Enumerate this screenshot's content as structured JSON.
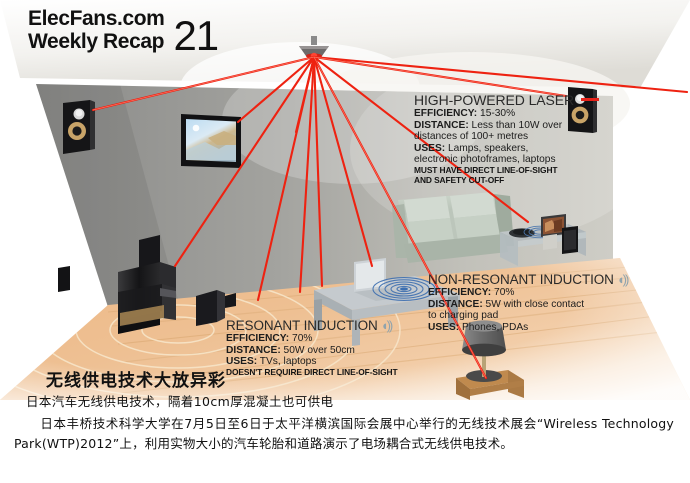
{
  "masthead": {
    "line1": "ElecFans.com",
    "line2": "Weekly Recap",
    "issue": "21"
  },
  "scene": {
    "name": "wireless-power-living-room-diagram",
    "colors": {
      "laser_red": "#ee2211",
      "wall_left": "#8b8b89",
      "wall_right": "#c9c8c2",
      "floor_wood": "#e8b888",
      "sofa": "#b7c2b6",
      "accent_red": "#e8231a",
      "wave_blue": "#8fa3ad"
    },
    "objects": [
      "ceiling-laser-emitter",
      "wall-speaker-left",
      "wall-speaker-right",
      "digital-photoframe-wall",
      "floor-speaker-tower",
      "laptop-on-coffee-table",
      "resonant-charging-table",
      "sofa",
      "glass-side-table",
      "wireless-charging-pad",
      "desktop-photoframe",
      "smartphone",
      "table-lamp",
      "lamp-side-table"
    ]
  },
  "callouts": [
    {
      "id": "high-powered-laser",
      "title": "HIGH-POWERED LASER",
      "has_dash": true,
      "has_wave": false,
      "lines": [
        {
          "label": "EFFICIENCY:",
          "value": " 15-30%"
        },
        {
          "label": "DISTANCE:",
          "value": " Less than 10W over"
        },
        {
          "label": "",
          "value": "distances of 100+ metres"
        },
        {
          "label": "USES:",
          "value": " Lamps, speakers,"
        },
        {
          "label": "",
          "value": "electronic photoframes, laptops"
        }
      ],
      "note1": "MUST HAVE DIRECT LINE-OF-SIGHT",
      "note2": "AND SAFETY CUT-OFF"
    },
    {
      "id": "non-resonant-induction",
      "title": "NON-RESONANT INDUCTION",
      "has_dash": false,
      "has_wave": true,
      "lines": [
        {
          "label": "EFFICIENCY:",
          "value": " 70%"
        },
        {
          "label": "DISTANCE:",
          "value": " 5W with close contact"
        },
        {
          "label": "",
          "value": "to charging pad"
        },
        {
          "label": "USES:",
          "value": " Phones, PDAs"
        }
      ],
      "note1": "",
      "note2": ""
    },
    {
      "id": "resonant-induction",
      "title": "RESONANT INDUCTION",
      "has_dash": false,
      "has_wave": true,
      "lines": [
        {
          "label": "EFFICIENCY:",
          "value": " 70%"
        },
        {
          "label": "DISTANCE:",
          "value": " 50W over 50cm"
        },
        {
          "label": "USES:",
          "value": " TVs, laptops"
        }
      ],
      "note1": "DOESN'T REQUIRE DIRECT LINE-OF-SIGHT",
      "note2": ""
    }
  ],
  "chinese": {
    "heading": "无线供电技术大放异彩",
    "subheading": "日本汽车无线供电技术，隔着10cm厚混凝土也可供电",
    "body": "日本丰桥技术科学大学在7月5日至6日于太平洋横滨国际会展中心举行的无线技术展会“Wireless Technology Park(WTP)2012”上，利用实物大小的汽车轮胎和道路演示了电场耦合式无线供电技术。"
  }
}
